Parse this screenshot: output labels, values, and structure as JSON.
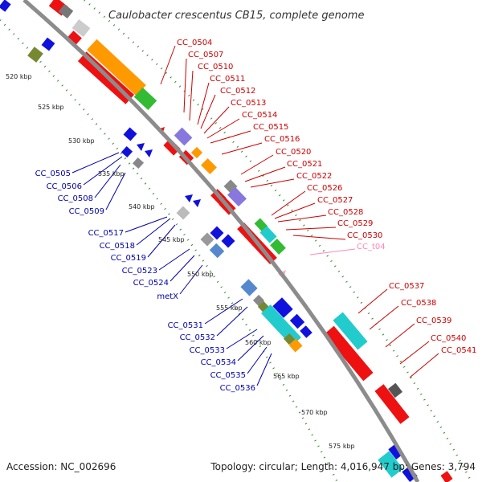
{
  "title": "Caulobacter crescentus CB15, complete genome",
  "footer": {
    "accession": "Accession: NC_002696",
    "summary": "Topology: circular; Length: 4,016,947 bp; Genes: 3,794"
  },
  "colors": {
    "backbone": "#8c8c8c",
    "tick_dots": "#2e8b2e",
    "label_forward": "#cc0000",
    "label_reverse": "#0000aa",
    "label_rna": "#ff88bb",
    "gene_red": "#ee1111",
    "gene_blue": "#1111dd",
    "gene_orange": "#ff9900",
    "gene_green": "#33bb33",
    "gene_olive": "#778833",
    "gene_cyan": "#22cccc",
    "gene_purple": "#8877dd",
    "gene_steel": "#5588cc",
    "gene_grey": "#888888",
    "gene_pink": "#ffaacc"
  },
  "scale_labels": [
    "520 kbp",
    "525 kbp",
    "530 kbp",
    "535 kbp",
    "540 kbp",
    "545 kbp",
    "550 kbp",
    "555 kbp",
    "560 kbp",
    "565 kbp",
    "570 kbp",
    "575 kbp"
  ],
  "forward_labels": [
    "CC_0504",
    "CC_0507",
    "CC_0510",
    "CC_0511",
    "CC_0512",
    "CC_0513",
    "CC_0514",
    "CC_0515",
    "CC_0516",
    "CC_0520",
    "CC_0521",
    "CC_0522",
    "CC_0526",
    "CC_0527",
    "CC_0528",
    "CC_0529",
    "CC_0530"
  ],
  "rna_label": "CC_t04",
  "forward_labels_lower": [
    "CC_0537",
    "CC_0538",
    "CC_0539",
    "CC_0540",
    "CC_0541"
  ],
  "reverse_labels_upper": [
    "CC_0505",
    "CC_0506",
    "CC_0508",
    "CC_0509"
  ],
  "reverse_labels_middle": [
    "CC_0517",
    "CC_0518",
    "CC_0519",
    "CC_0523",
    "CC_0524",
    "metX"
  ],
  "reverse_labels_lower": [
    "CC_0531",
    "CC_0532",
    "CC_0533",
    "CC_0534",
    "CC_0535",
    "CC_0536"
  ]
}
